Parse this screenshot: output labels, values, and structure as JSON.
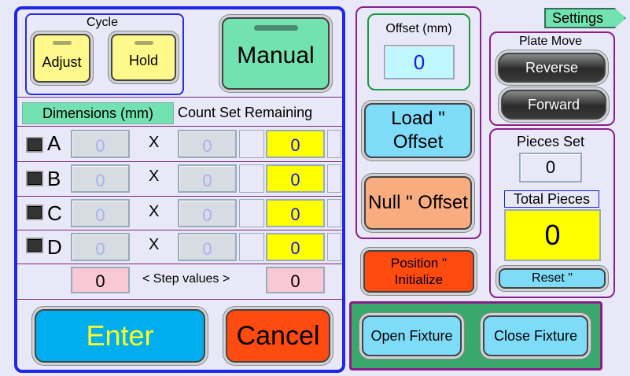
{
  "cycle": {
    "title": "Cycle",
    "adjust_label": "Adjust",
    "hold_label": "Hold"
  },
  "manual_label": "Manual",
  "table": {
    "dimensions_header": "Dimensions (mm)",
    "count_header": "Count Set Remaining",
    "x_symbol": "X",
    "rows": [
      {
        "letter": "A",
        "dim1": "0",
        "dim2": "0",
        "remaining": "0"
      },
      {
        "letter": "B",
        "dim1": "0",
        "dim2": "0",
        "remaining": "0"
      },
      {
        "letter": "C",
        "dim1": "0",
        "dim2": "0",
        "remaining": "0"
      },
      {
        "letter": "D",
        "dim1": "0",
        "dim2": "0",
        "remaining": "0"
      }
    ],
    "step_left_value": "0",
    "step_label": "< Step values >",
    "step_right_value": "0"
  },
  "enter_label": "Enter",
  "cancel_label": "Cancel",
  "offset": {
    "title": "Offset (mm)",
    "value": "0",
    "load_label": "Load \" Offset",
    "null_label": "Null \" Offset",
    "position_label": "Position \" Initialize"
  },
  "settings_label": "Settings",
  "plate_move": {
    "title": "Plate Move",
    "reverse_label": "Reverse",
    "forward_label": "Forward"
  },
  "pieces": {
    "set_title": "Pieces Set",
    "set_value": "0",
    "total_title": "Total Pieces",
    "total_value": "0",
    "reset_label": "Reset \""
  },
  "fixture": {
    "open_label": "Open Fixture",
    "close_label": "Close Fixture"
  },
  "colors": {
    "main_border": "#1f27e6",
    "accent_green": "#72e2b0",
    "remaining_yellow": "#ffff00",
    "enter_blue": "#00aef0",
    "cancel_red": "#ff4a10",
    "panel_purple": "#8a1e8a"
  }
}
